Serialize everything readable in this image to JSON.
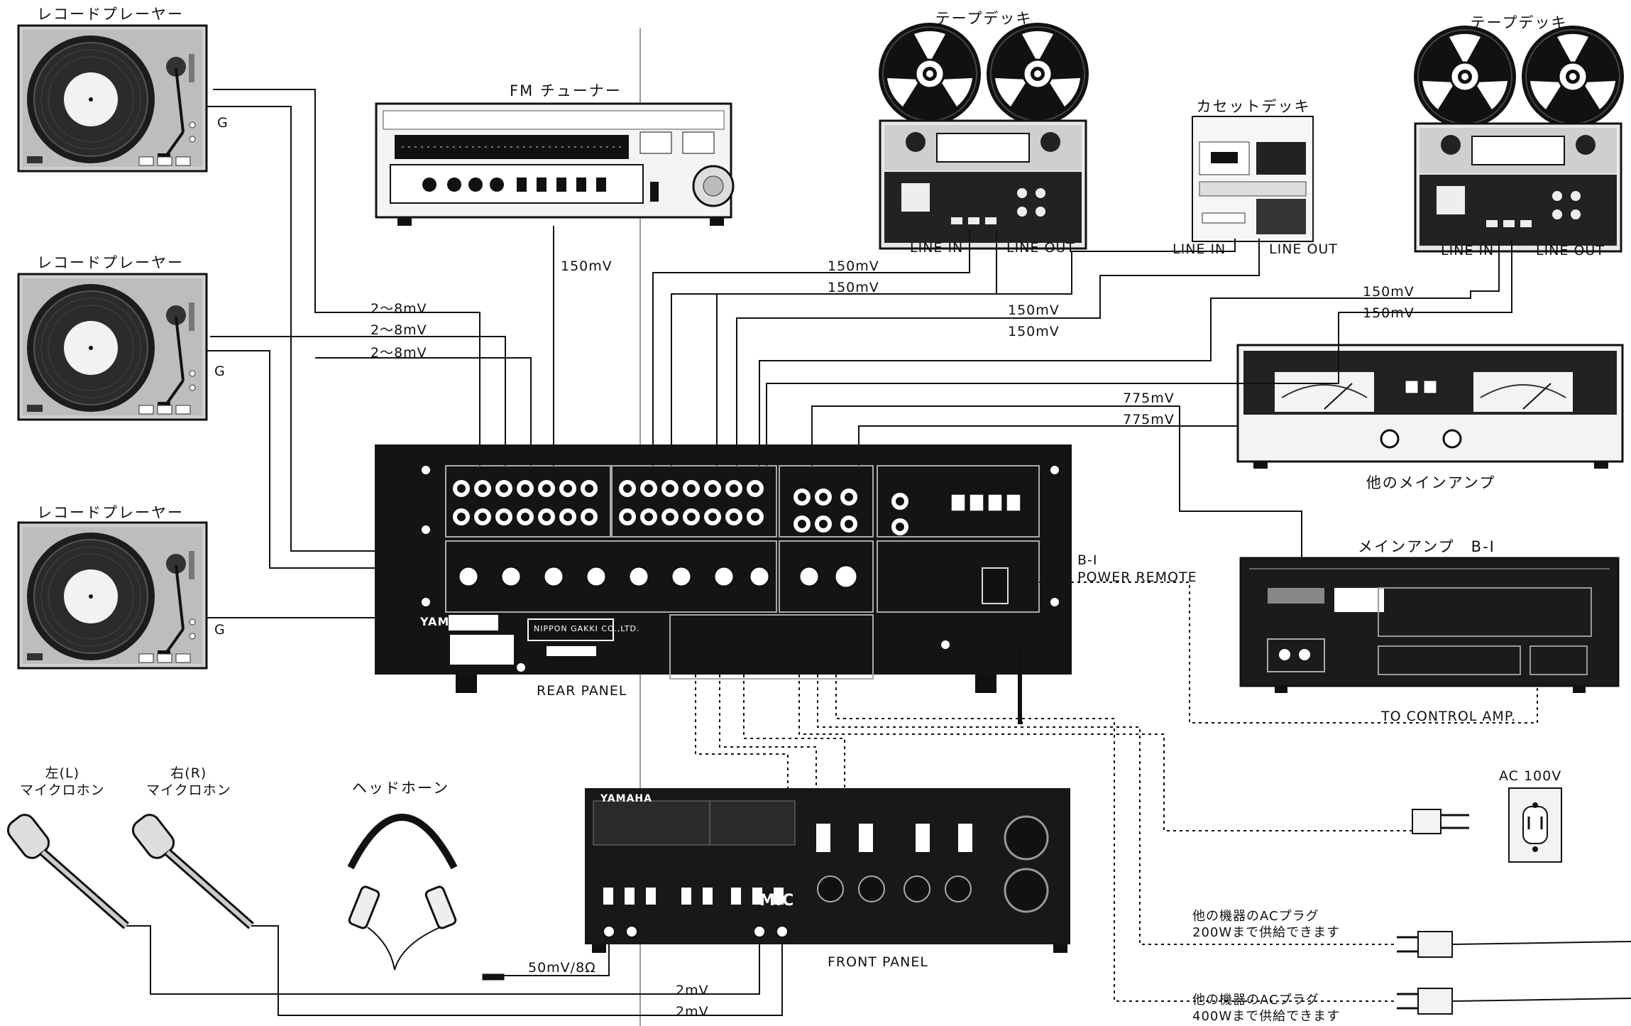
{
  "colors": {
    "ink": "#141414",
    "panel": "#1a1a1a",
    "paper": "#ffffff",
    "grey": "#d6d6d6"
  },
  "devices": {
    "record_player_1": "レコードプレーヤー",
    "record_player_2": "レコードプレーヤー",
    "record_player_3": "レコードプレーヤー",
    "fm_tuner": "FM チューナー",
    "tape_deck_1": "テープデッキ",
    "tape_deck_2": "テープデッキ",
    "cassette_deck": "カセットデッキ",
    "other_main_amp": "他のメインアンプ",
    "main_amp_bi": "メインアンプ　B-I",
    "headphone": "ヘッドホーン",
    "mic_left": "左(L)\nマイクロホン",
    "mic_right": "右(R)\nマイクロホン",
    "other_ac_200": "他の機器のACプラグ\n200Wまで供給できます",
    "other_ac_400": "他の機器のACプラグ\n400Wまで供給できます",
    "ac_outlet": "AC 100V"
  },
  "labels": {
    "ground_1": "G",
    "ground_2": "G",
    "ground_3": "G",
    "line_in_1": "LINE IN",
    "line_out_1": "LINE OUT",
    "line_in_cassette": "LINE IN",
    "line_out_cassette": "LINE OUT",
    "line_in_2": "LINE IN",
    "line_out_2": "LINE OUT",
    "rear_panel": "REAR PANEL",
    "front_panel": "FRONT PANEL",
    "bi_power_remote": "B-I\nPOWER REMOTE",
    "to_control_amp": "TO CONTROL AMP.",
    "mic_jack": "MIC"
  },
  "levels": {
    "phono_1": "2～8mV",
    "phono_2": "2～8mV",
    "phono_3": "2～8mV",
    "tuner": "150mV",
    "tape1_a": "150mV",
    "tape1_b": "150mV",
    "cassette_a": "150mV",
    "cassette_b": "150mV",
    "tape2_a": "150mV",
    "tape2_b": "150mV",
    "main_out_a": "775mV",
    "main_out_b": "775mV",
    "headphone_level": "50mV/8Ω",
    "mic_l": "2mV",
    "mic_r": "2mV"
  },
  "brand": {
    "yamaha": "YAMAHA",
    "nippon_gakki": "NIPPON GAKKI CO.,LTD."
  }
}
